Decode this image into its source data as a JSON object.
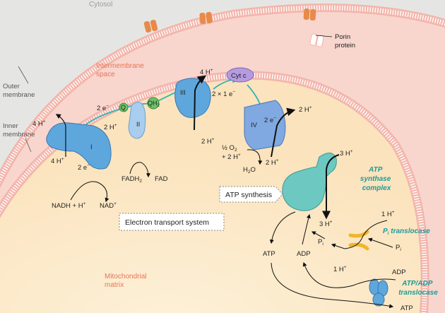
{
  "regions": {
    "cytosol": "Cytosol",
    "intermembrane": [
      "Intermembrane",
      "space"
    ],
    "matrix": [
      "Mitochondrial",
      "matrix"
    ],
    "outer_membrane": [
      "Outer",
      "membrane"
    ],
    "inner_membrane": [
      "Inner",
      "membrane"
    ],
    "porin": [
      "Porin",
      "protein"
    ]
  },
  "complexes": {
    "I": "I",
    "II": "II",
    "III": "III",
    "IV": "IV",
    "Q": "Q",
    "QH": "QH",
    "QH_sub": "2",
    "cytc": "Cyt c"
  },
  "flows": {
    "h4": "4 H",
    "h2": "2 H",
    "h3": "3 H",
    "h1": "1 H",
    "plus": "+",
    "e2": "2 e",
    "minus": "−",
    "e1": "2 × 1 e",
    "nadh": "NADH + H",
    "nad": "NAD",
    "fadh": "FADH",
    "fadh_sub": "2",
    "fad": "FAD",
    "half": "½ O",
    "o2_sub": "2",
    "plus2h": "+ 2 H",
    "h2o": "H",
    "h2o_sub": "2",
    "h2o_o": "O",
    "atp": "ATP",
    "adp": "ADP",
    "pi": "P",
    "pi_sub": "i"
  },
  "labels": {
    "atp_synthase": [
      "ATP",
      "synthase",
      "complex"
    ],
    "pi_translocase_p": "P",
    "pi_translocase_sub": "i",
    "pi_translocase_rest": " translocase",
    "atp_adp": [
      "ATP/ADP",
      "translocase"
    ],
    "atp_synthesis": "ATP synthesis",
    "ets": "Electron transport system"
  },
  "colors": {
    "cytosol_bg": "#e5e6e4",
    "intermembrane_bg": "#f7d3cb",
    "matrix_bg": "#fbe8c7",
    "membrane": "#f3b5ab",
    "complex_blue": "#5ea7dd",
    "atp_synthase": "#6cc8c0",
    "porin": "#e88a4a",
    "translocase": "#f0b52a",
    "accent_red": "#e8735a",
    "accent_teal": "#1d9a9a"
  }
}
